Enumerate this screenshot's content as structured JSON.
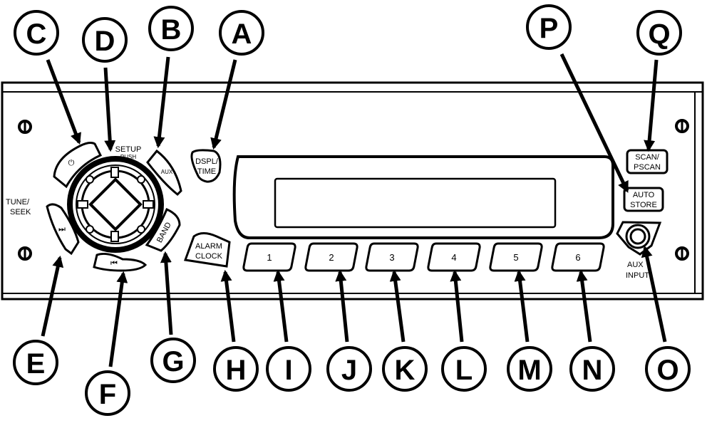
{
  "diagram": {
    "title": "Radio faceplate control callouts",
    "colors": {
      "ink": "#000000",
      "background": "#ffffff"
    }
  },
  "controls": {
    "setup_label": "SETUP",
    "push_label": "PUSH",
    "aux_label": "AUX",
    "dspl_time_line1": "DSPL/",
    "dspl_time_line2": "TIME",
    "tune_seek_line1": "TUNE/",
    "tune_seek_line2": "SEEK",
    "band_label": "BAND",
    "alarm_clock_line1": "ALARM",
    "alarm_clock_line2": "CLOCK",
    "scan_line1": "SCAN/",
    "scan_line2": "PSCAN",
    "auto_store_line1": "AUTO",
    "auto_store_line2": "STORE",
    "aux_input_line1": "AUX",
    "aux_input_line2": "INPUT",
    "seek_back_glyph": "⏮",
    "seek_fwd_glyph": "⏭",
    "power_glyph": "⏻",
    "presets": [
      "1",
      "2",
      "3",
      "4",
      "5",
      "6"
    ]
  },
  "callouts": {
    "A": "A",
    "B": "B",
    "C": "C",
    "D": "D",
    "E": "E",
    "F": "F",
    "G": "G",
    "H": "H",
    "I": "I",
    "J": "J",
    "K": "K",
    "L": "L",
    "M": "M",
    "N": "N",
    "O": "O",
    "P": "P",
    "Q": "Q"
  }
}
